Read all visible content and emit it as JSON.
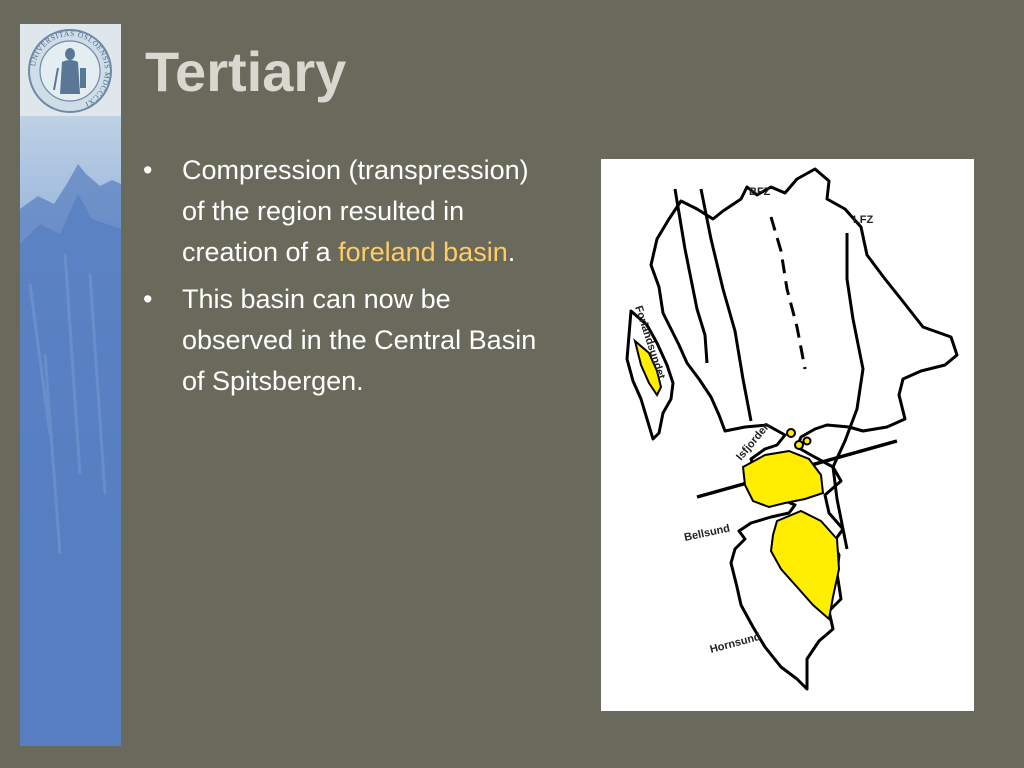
{
  "slide": {
    "title": "Tertiary",
    "bullets": [
      {
        "text_before": "Compression (transpression) of the region resulted in creation of a ",
        "highlight": "foreland basin",
        "text_after": "."
      },
      {
        "text_before": "This basin can now be observed in the Central Basin of Spitsbergen.",
        "highlight": "",
        "text_after": ""
      }
    ],
    "bullet_glyph": "•"
  },
  "seal": {
    "text": "UNIVERSITAS OSLOENSIS MDCCCXI"
  },
  "map": {
    "labels": {
      "bfz": "BFZ",
      "lfz": "LFZ",
      "forlandsundet": "Forlandsundet",
      "isfjorden": "Isfjorden",
      "bellsund": "Bellsund",
      "hornsund": "Hornsund"
    }
  },
  "colors": {
    "background": "#69695c",
    "title": "#d8d8d0",
    "bullet_text": "#ffffff",
    "highlight": "#ffcc66",
    "basin_fill": "#ffee00",
    "map_background": "#ffffff"
  }
}
